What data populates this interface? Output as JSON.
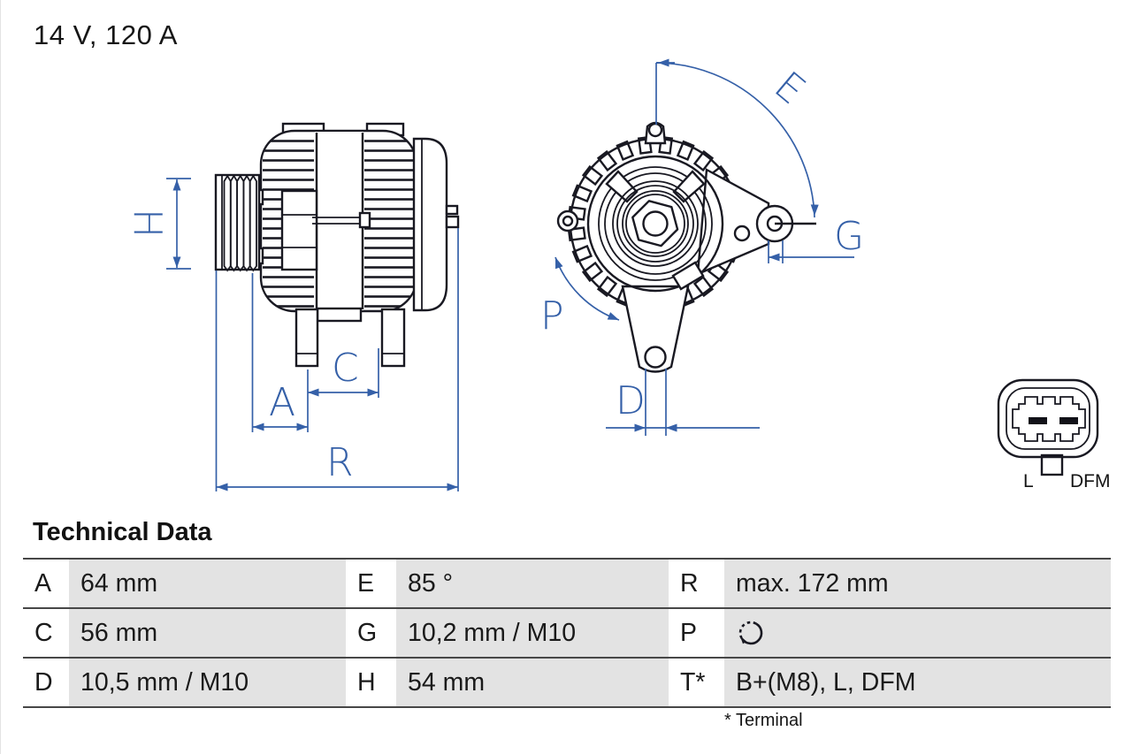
{
  "header": {
    "rating": "14 V, 120 A"
  },
  "section": {
    "title": "Technical Data",
    "footnote": "* Terminal"
  },
  "diagrams": {
    "side_view": {
      "labels": {
        "h": "H",
        "a": "A",
        "c": "C",
        "r": "R"
      }
    },
    "front_view": {
      "labels": {
        "e": "E",
        "g": "G",
        "p": "P",
        "d": "D"
      }
    },
    "connector": {
      "pin_left": "L",
      "pin_right": "DFM"
    }
  },
  "table": {
    "cells": [
      {
        "key": "A",
        "value": "64 mm"
      },
      {
        "key": "E",
        "value": "85 °"
      },
      {
        "key": "R",
        "value": "max. 172 mm"
      },
      {
        "key": "C",
        "value": "56 mm"
      },
      {
        "key": "G",
        "value": "10,2 mm / M10"
      },
      {
        "key": "P",
        "value": "",
        "icon": "clockwise-rotation-icon"
      },
      {
        "key": "D",
        "value": "10,5 mm / M10"
      },
      {
        "key": "H",
        "value": "54 mm"
      },
      {
        "key": "T*",
        "value": "B+(M8), L, DFM"
      }
    ]
  },
  "colors": {
    "dimension_blue": "#3560a8",
    "drawing_ink": "#191922",
    "table_cell_gray": "#e3e3e3",
    "rule_gray": "#474747"
  }
}
